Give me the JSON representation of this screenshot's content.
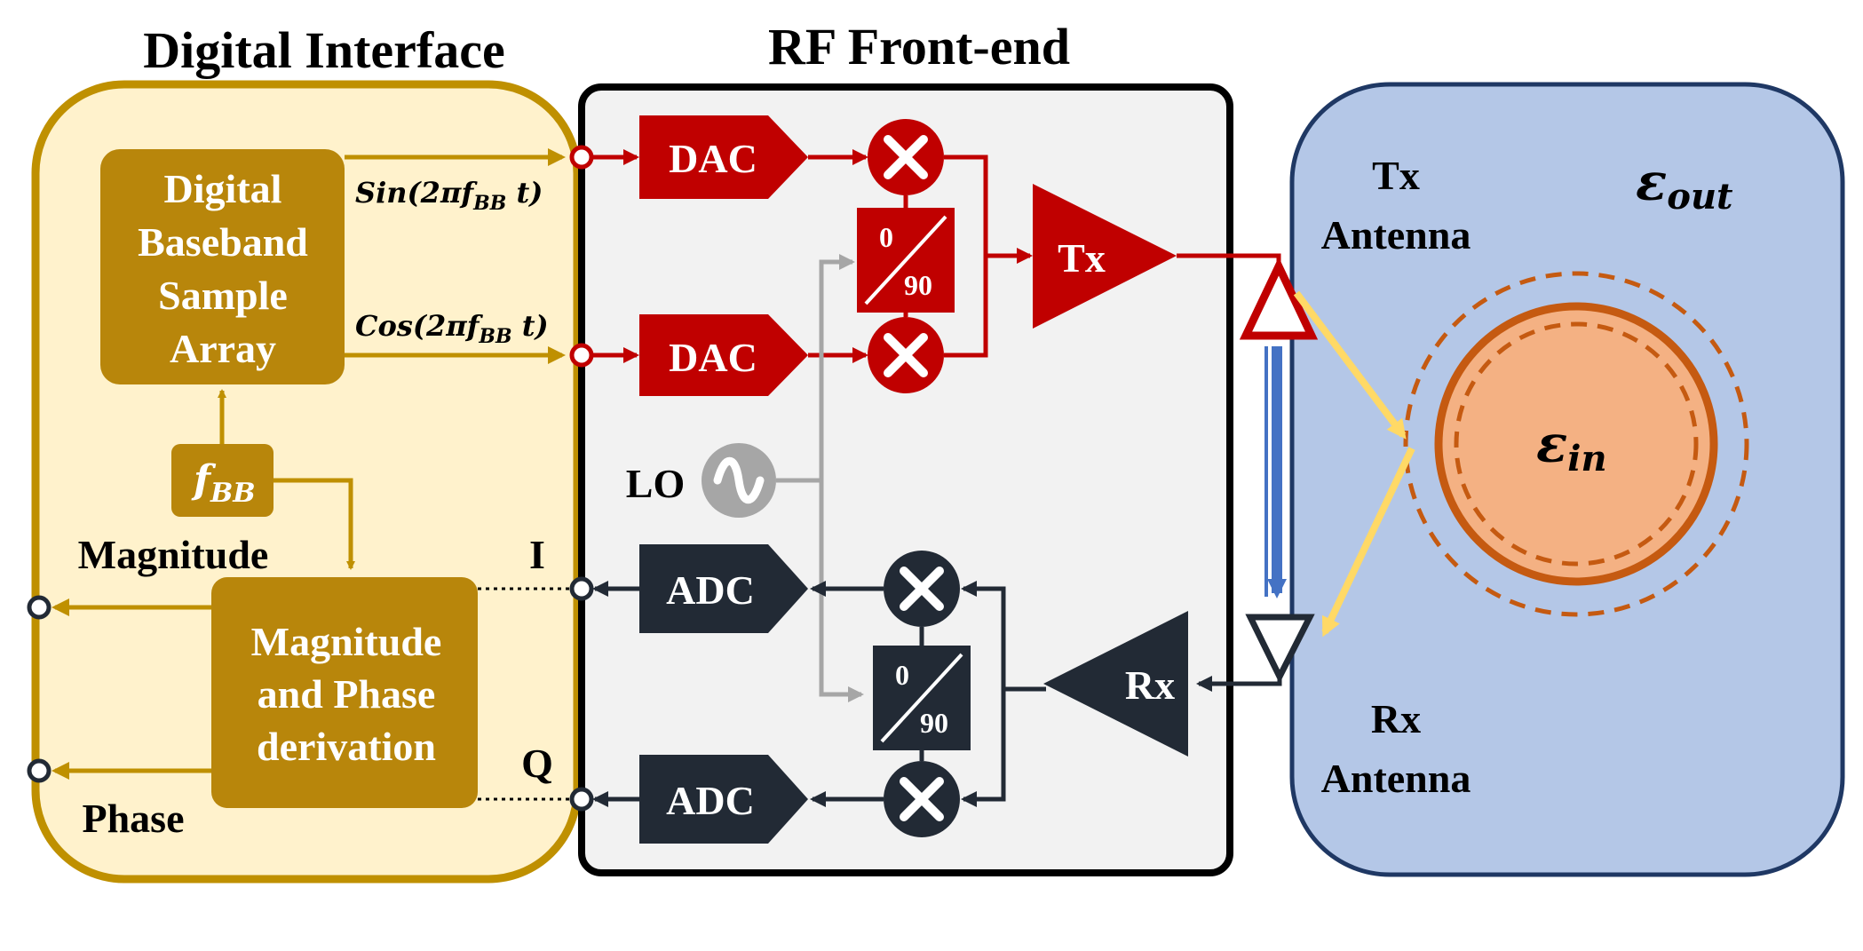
{
  "titles": {
    "digital_interface": "Digital Interface",
    "rf_front_end": "RF Front-end"
  },
  "digital": {
    "baseband_lines": [
      "Digital",
      "Baseband",
      "Sample",
      "Array"
    ],
    "sin_label": "Sin(2πf",
    "sin_sub": "BB",
    "sin_tail": " t)",
    "cos_label": "Cos(2πf",
    "cos_sub": "BB",
    "cos_tail": " t)",
    "fbb_main": "f",
    "fbb_sub": "BB",
    "magphase_lines": [
      "Magnitude",
      "and Phase",
      "derivation"
    ],
    "magnitude_label": "Magnitude",
    "phase_label": "Phase",
    "i_label": "I",
    "q_label": "Q"
  },
  "rf": {
    "dac_label": "DAC",
    "adc_label": "ADC",
    "tx_label": "Tx",
    "rx_label": "Rx",
    "lo_label": "LO",
    "splitter_top": "0",
    "splitter_bottom": "90"
  },
  "medium": {
    "tx_antenna": [
      "Tx",
      "Antenna"
    ],
    "rx_antenna": [
      "Rx",
      "Antenna"
    ],
    "eps_out_main": "ε",
    "eps_out_sub": "out",
    "eps_in_main": "ε",
    "eps_in_sub": "in"
  },
  "colors": {
    "digital_fill": "#fff2cc",
    "digital_border": "#bf9000",
    "block_gold": "#b8860b",
    "rf_fill": "#f2f2f2",
    "tx_red": "#c00000",
    "rx_dark": "#222a35",
    "medium_fill": "#b4c7e7",
    "medium_border": "#1f3864",
    "target_orange": "#c55a11",
    "target_fill": "#f4b183",
    "ray_yellow": "#ffd966",
    "direct_blue": "#4472c4",
    "lo_gray": "#a6a6a6"
  }
}
